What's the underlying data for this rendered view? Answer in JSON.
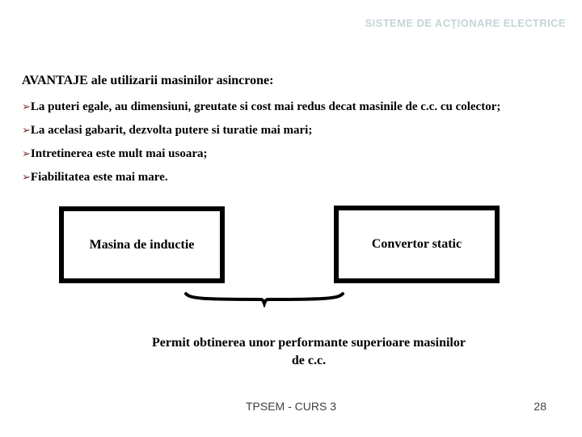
{
  "header": {
    "label": "SISTEME DE ACŢIONARE ELECTRICE"
  },
  "title": "AVANTAJE ale utilizarii masinilor asincrone:",
  "bullets": [
    {
      "marker": "➢",
      "text": "La puteri egale, au dimensiuni, greutate si cost mai redus decat masinile de c.c. cu colector;"
    },
    {
      "marker": "➢",
      "text": "La acelasi gabarit, dezvolta putere si turatie mai mari;"
    },
    {
      "marker": "➢",
      "text": "Intretinerea este mult mai usoara;"
    },
    {
      "marker": "➢",
      "text": "Fiabilitatea este mai mare."
    }
  ],
  "diagram": {
    "left_box": "Masina de inductie",
    "right_box": "Convertor static",
    "caption_line1": "Permit obtinerea unor performante superioare masinilor",
    "caption_line2": "de c.c."
  },
  "footer": {
    "label": "TPSEM - CURS 3",
    "page_number": "28"
  },
  "colors": {
    "header_text": "#c4d4d8",
    "bullet_marker": "#7a2e2b",
    "body_text": "#000000",
    "footer_text": "#404040",
    "box_border": "#000000",
    "background": "#ffffff"
  }
}
